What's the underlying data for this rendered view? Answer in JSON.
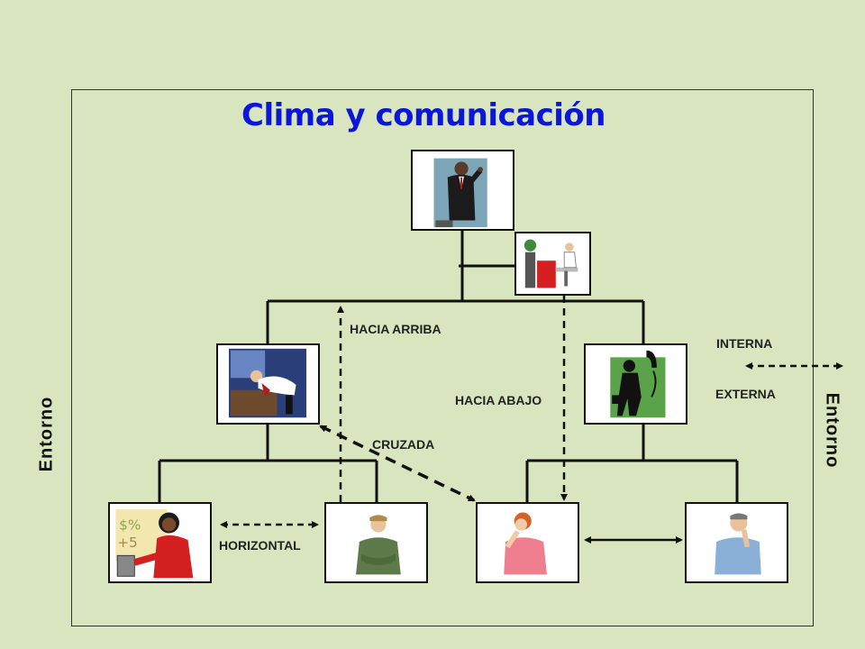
{
  "title": "Clima y comunicación",
  "labels": {
    "up": "HACIA ARRIBA",
    "down": "HACIA ABAJO",
    "cross": "CRUZADA",
    "horizontal": "HORIZONTAL",
    "internal": "INTERNA",
    "external": "EXTERNA",
    "env_left": "Entorno",
    "env_right": "Entorno"
  },
  "nodes": [
    {
      "id": "director",
      "icon": "businessman-phone-icon"
    },
    {
      "id": "secretary",
      "icon": "receptionist-desk-icon"
    },
    {
      "id": "manager-left",
      "icon": "sleeping-worker-icon"
    },
    {
      "id": "manager-right",
      "icon": "phone-silhouette-icon"
    },
    {
      "id": "employee-accountant",
      "icon": "calculating-woman-icon"
    },
    {
      "id": "employee-crossed-arms",
      "icon": "man-arms-crossed-icon"
    },
    {
      "id": "employee-thinking-woman",
      "icon": "thinking-woman-icon"
    },
    {
      "id": "employee-thinking-man",
      "icon": "thinking-man-icon"
    }
  ],
  "colors": {
    "background": "#d9e5be",
    "title": "#0a16d8",
    "lines": "#111111"
  }
}
